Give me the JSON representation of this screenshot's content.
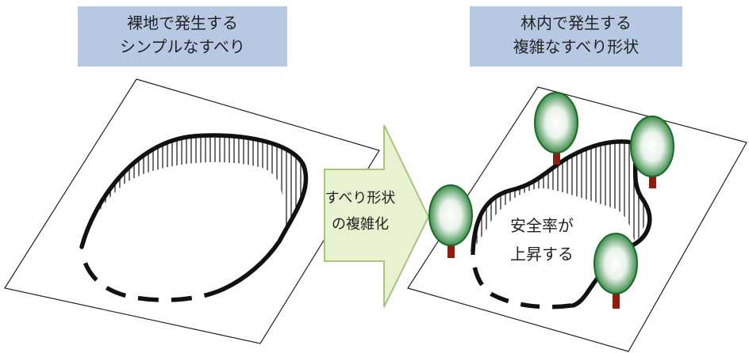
{
  "left_panel": {
    "title_line1": "裸地で発生する",
    "title_line2": "シンプルなすべり"
  },
  "right_panel": {
    "title_line1": "林内で発生する",
    "title_line2": "複雑なすべり形状",
    "annotation_line1": "安全率が",
    "annotation_line2": "上昇する"
  },
  "arrow": {
    "text_line1": "すべり形状",
    "text_line2": "の複雑化"
  },
  "colors": {
    "title_box": "#b7c9e2",
    "arrow_fill": "#e6f2d0",
    "arrow_stroke": "#a9c57a",
    "tree_crown": "#1f7a2e",
    "tree_trunk": "#8b1e10"
  }
}
